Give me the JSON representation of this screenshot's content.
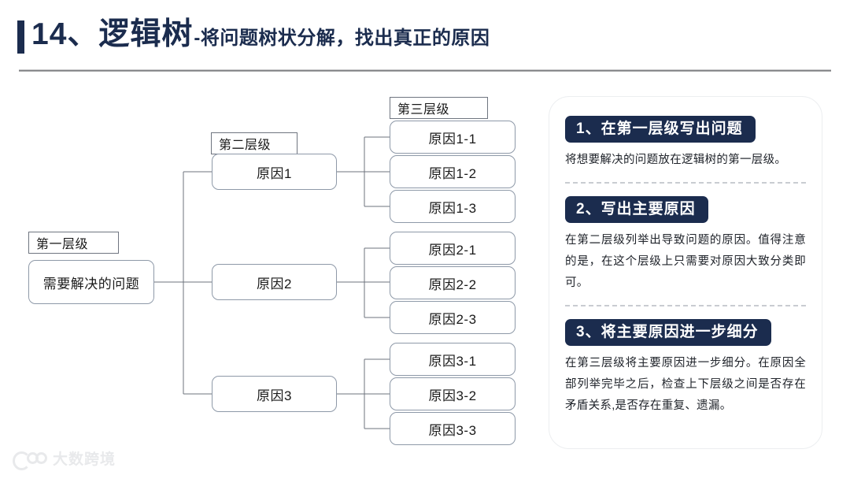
{
  "header": {
    "number": "14、",
    "title": "逻辑树",
    "subtitle": "-将问题树状分解，找出真正的原因",
    "accent_color": "#1b2c4e",
    "rule_color": "#6f7174"
  },
  "diagram": {
    "level_labels": [
      {
        "id": "level-1",
        "text": "第一层级"
      },
      {
        "id": "level-2",
        "text": "第二层级"
      },
      {
        "id": "level-3",
        "text": "第三层级"
      }
    ],
    "root": {
      "text": "需要解决的问题"
    },
    "branches": [
      {
        "text": "原因1",
        "children": [
          {
            "text": "原因1-1"
          },
          {
            "text": "原因1-2"
          },
          {
            "text": "原因1-3"
          }
        ]
      },
      {
        "text": "原因2",
        "children": [
          {
            "text": "原因2-1"
          },
          {
            "text": "原因2-2"
          },
          {
            "text": "原因2-3"
          }
        ]
      },
      {
        "text": "原因3",
        "children": [
          {
            "text": "原因3-1"
          },
          {
            "text": "原因3-2"
          },
          {
            "text": "原因3-3"
          }
        ]
      }
    ],
    "node_border_color": "#8e99a8",
    "connector_color": "#6d737c"
  },
  "steps": {
    "header_bg": "#1b2c4e",
    "items": [
      {
        "heading": "1、在第一层级写出问题",
        "body": "将想要解决的问题放在逻辑树的第一层级。"
      },
      {
        "heading": "2、写出主要原因",
        "body": "在第二层级列举出导致问题的原因。值得注意的是，在这个层级上只需要对原因大致分类即可。"
      },
      {
        "heading": "3、将主要原因进一步细分",
        "body": "在第三层级将主要原因进一步细分。在原因全部列举完毕之后，检查上下层级之间是否存在矛盾关系,是否存在重复、遗漏。"
      }
    ]
  },
  "watermark": {
    "text": "大数跨境"
  }
}
